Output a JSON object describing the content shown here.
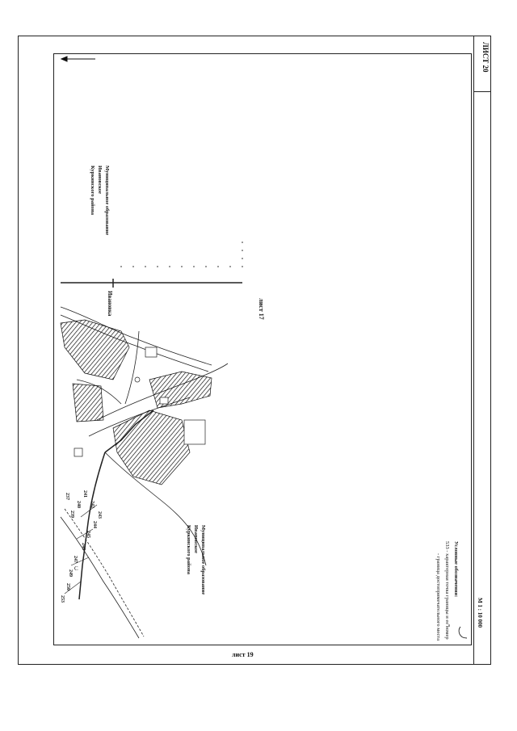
{
  "sheet": {
    "label": "ЛИСТ 20",
    "neighbor_top": "лист 17",
    "neighbor_bottom": "лист 19",
    "scale": "М 1 : 10 000",
    "north": "С"
  },
  "map": {
    "muni_right": [
      "Муниципальное образование",
      "Ивановское",
      "Куркинского района"
    ],
    "muni_left": [
      "Муниципальное образование",
      "Ивановское",
      "Куркинского района"
    ],
    "village": "Ивановка",
    "points": [
      "253",
      "250",
      "249",
      "247",
      "246",
      "245",
      "244",
      "243",
      "242",
      "241",
      "240",
      "239",
      "237"
    ]
  },
  "legend": {
    "title": "Условные обозначения:",
    "items": [
      {
        "key": "533",
        "text": "- характерная точка границы и ее номер"
      },
      {
        "key": "",
        "text": "- граница достопримечательного места"
      }
    ]
  }
}
